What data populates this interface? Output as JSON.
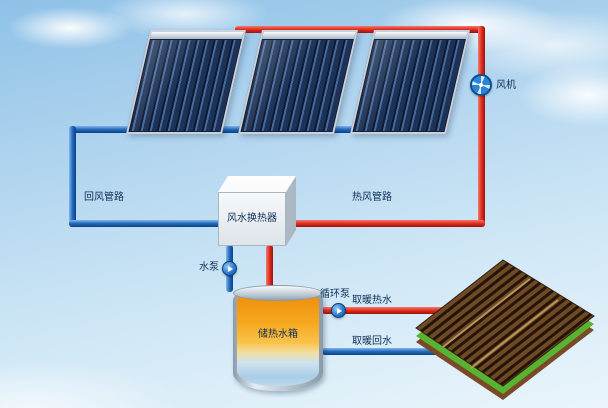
{
  "labels": {
    "fan": "风机",
    "return_air": "回风管路",
    "hot_air": "热风管路",
    "heat_exchanger": "风水换热器",
    "water_pump": "水泵",
    "tank": "储热水箱",
    "circ_pump": "循环泵",
    "heating_supply": "取暖热水",
    "heating_return": "取暖回水"
  },
  "colors": {
    "hot_pipe": "#e02e1f",
    "cold_pipe": "#2268bd",
    "collector_panel": "#141f38",
    "tank_hot_liquid": "#f7a81f",
    "tank_cold_liquid": "#a9cde8",
    "floor_grass": "#58b330",
    "label_text": "#0d2f56"
  }
}
